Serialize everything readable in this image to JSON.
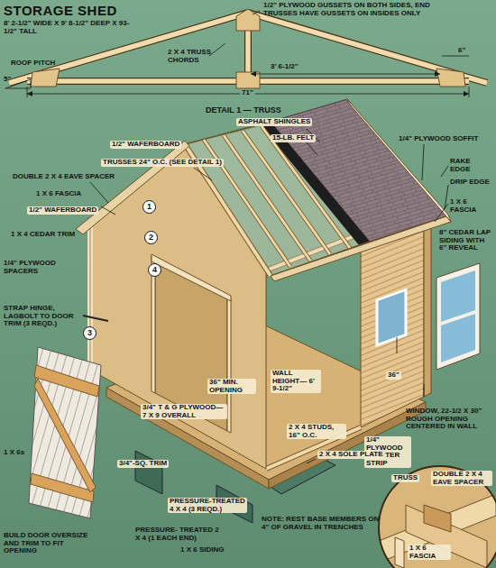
{
  "diagram": {
    "title": "STORAGE SHED",
    "labels": [
      "8' 2-1/2\" WIDE X 9' 8-1/2\" DEEP X 93-1/2\" TALL",
      "1/2\" PLYWOOD GUSSETS ON BOTH SIDES, END TRUSSES HAVE GUSSETS ON INSIDES ONLY",
      "ROOF PITCH",
      "5\"",
      "2 X 4 TRUSS CHORDS",
      "3' 6-1/2\"",
      "6\"",
      "71\"",
      "DETAIL 1 — TRUSS",
      "ASPHALT SHINGLES",
      "15-LB. FELT",
      "1/4\" PLYWOOD SOFFIT",
      "RAKE EDGE",
      "DRIP EDGE",
      "1 X 6 FASCIA",
      "8\" CEDAR LAP SIDING WITH 6\" REVEAL",
      "1/2\" WAFERBOARD",
      "TRUSSES 24\" O.C. (SEE DETAIL 1)",
      "DOUBLE 2 X 4 EAVE SPACER",
      "1 X 6 FASCIA",
      "1/2\" WAFERBOARD",
      "1 X 4 CEDAR TRIM",
      "1/4\" PLYWOOD SPACERS",
      "STRAP HINGE, LAGBOLT TO DOOR TRIM (3 REQD.)",
      "1",
      "2",
      "4",
      "3",
      "36\" MIN. OPENING",
      "WALL HEIGHT— 6' 9-1/2\"",
      "3/4\" T & G PLYWOOD— 7 X 9 OVERALL",
      "36\"",
      "WINDOW, 22-1/2 X 30\" ROUGH OPENING CENTERED IN WALL",
      "1/4\" PLYWOOD STARTER STRIP",
      "2 X 4 STUDS, 16\" O.C.",
      "2 X 4 SOLE PLATE",
      "3/4\"-SQ. TRIM",
      "PRESSURE-TREATED 4 X 4 (3 REQD.)",
      "PRESSURE- TREATED 2 X 4 (1 EACH END)",
      "NOTE: REST BASE MEMBERS ON 4\" OF GRAVEL IN TRENCHES",
      "1 X 6s",
      "BUILD DOOR OVERSIZE AND TRIM TO FIT OPENING",
      "1 X 6 SIDING",
      "TRUSS",
      "DOUBLE 2 X 4 EAVE SPACER",
      "1 X 6 FASCIA"
    ]
  }
}
